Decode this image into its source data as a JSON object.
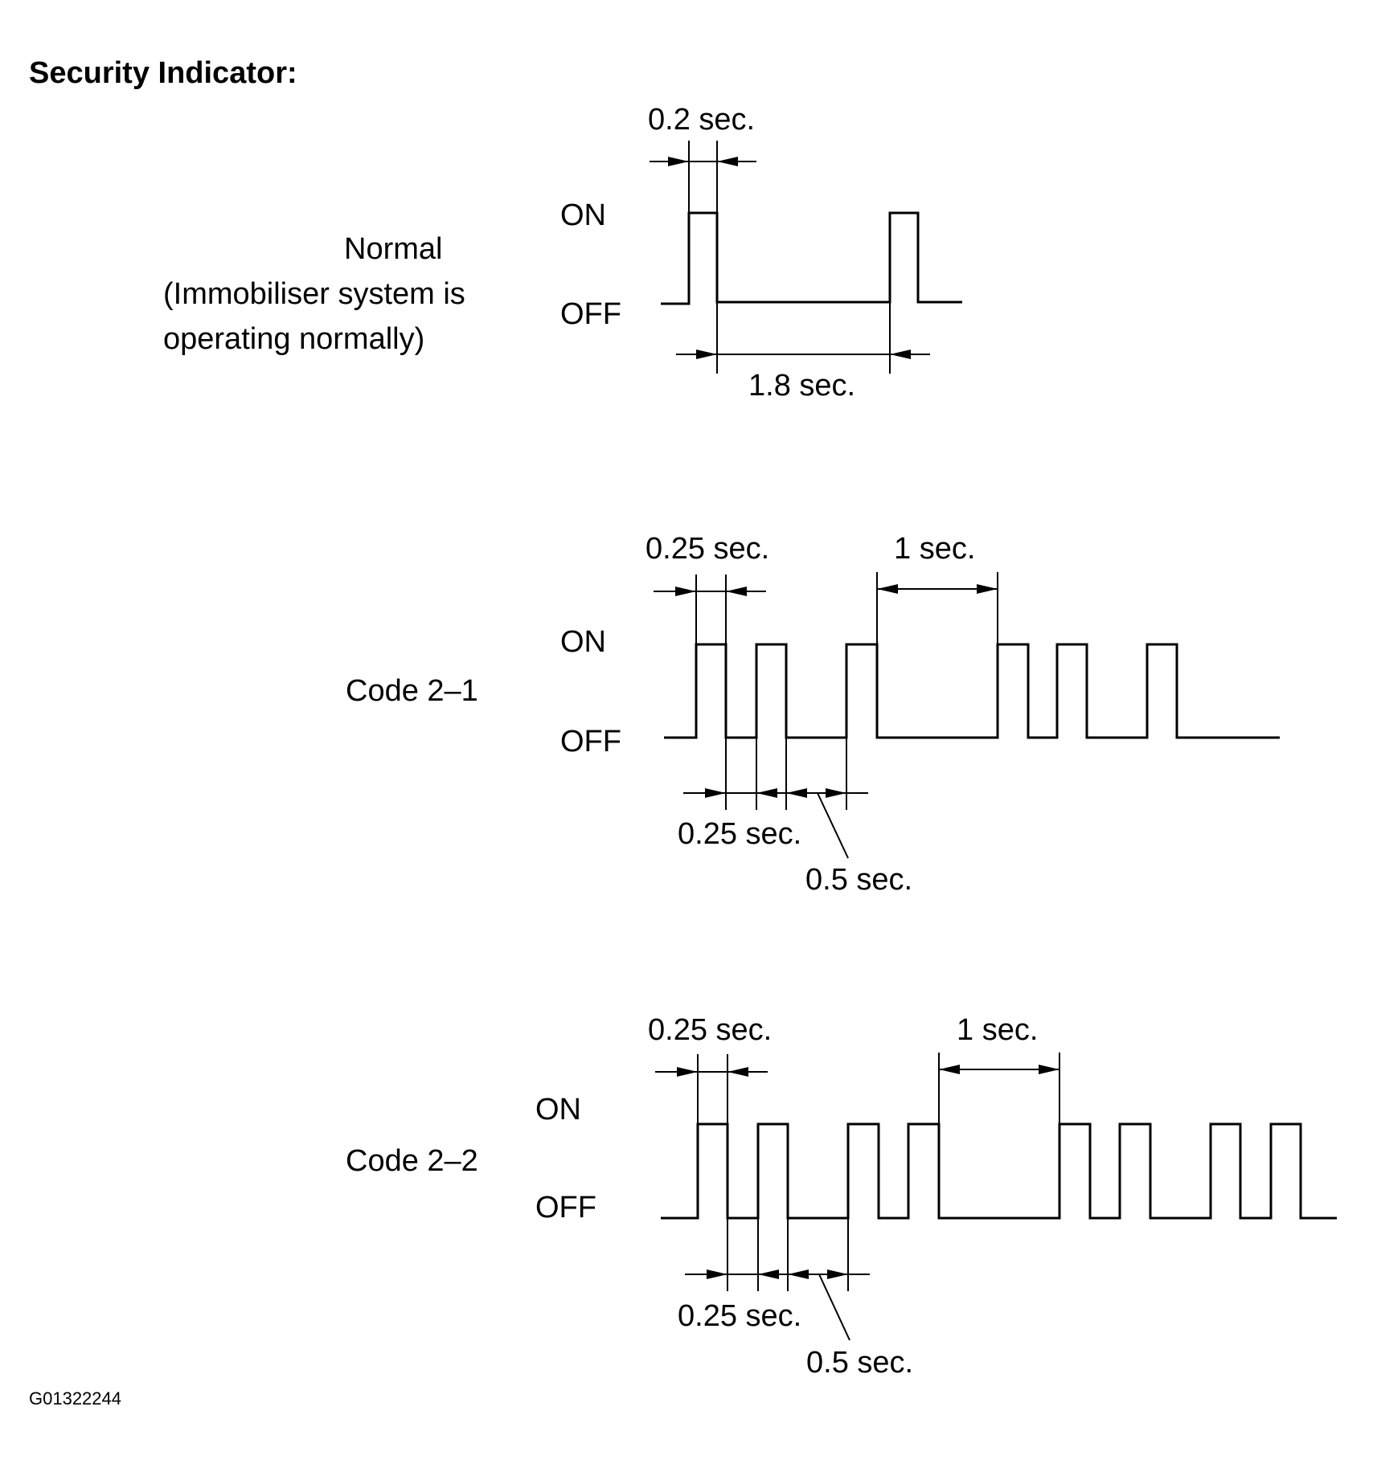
{
  "title": "Security Indicator:",
  "figure_id": "G01322244",
  "state_on": "ON",
  "state_off": "OFF",
  "normal": {
    "label_line1": "Normal",
    "label_line2": "(Immobiliser system is",
    "label_line3": "operating normally)",
    "on_time": "0.2 sec.",
    "off_time": "1.8 sec."
  },
  "code21": {
    "label": "Code 2–1",
    "pulse": "0.25 sec.",
    "gap": "1 sec.",
    "short_off": "0.25 sec.",
    "long_off": "0.5 sec."
  },
  "code22": {
    "label": "Code 2–2",
    "pulse": "0.25 sec.",
    "gap": "1 sec.",
    "short_off": "0.25 sec.",
    "long_off": "0.5 sec."
  }
}
